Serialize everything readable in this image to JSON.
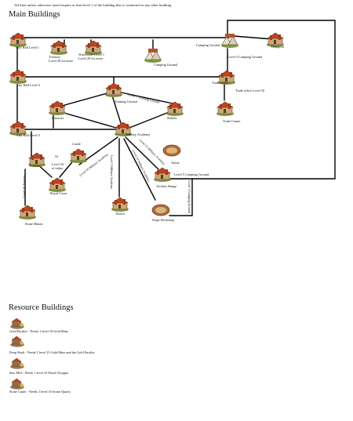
{
  "header": {
    "note": "All lines unless otherwise noted require at least level 1 of the building that is connected to any other building",
    "title": "Main Buildings"
  },
  "buildings": {
    "city_hall_1": "City Hall Level 1",
    "treasury": "Treasury\nLevel 20 for more",
    "warehouse": "Warehouse Level 1\nLevel 20 for more",
    "camping_ground_a": "Camping Ground",
    "camping_ground_b": "Camping Ground",
    "dungeon": "Dungeon",
    "city_hall_3": "City Hall Level 3",
    "trade_office": "Trade office",
    "trade_center": "Trade Center",
    "training_ground": "Training Ground",
    "barracks": "Barracks",
    "stables": "Stables",
    "military_academy": "Military Academy",
    "city_hall_5": "City Hall Level 5",
    "castle": "Castle",
    "fortress": "Fortress",
    "level_10_either": "Level 10\nof either",
    "or_label": "Or",
    "arena": "Arena",
    "royal_court": "Royal Court",
    "archery_range": "Archery Range",
    "tavern": "Tavern",
    "siege_workshop": "Siege Workshop",
    "stone_mason": "Stone Mason"
  },
  "line_labels": {
    "l3_camping_ground_1": "Level 3 Camping Ground",
    "trade_office_20": "Trade office Level 20",
    "l1_training_ground": "Level 1 Training Ground",
    "l5_camping_ground": "Level 5 Camping Ground",
    "l20_fortress": "Level 20 Fortress",
    "l20_military_academy_a": "Level 20 Military Academy",
    "l5_military_academy": "Level 5 Military Academy",
    "l10_military_academy": "Level 10 Military Academy",
    "l15_military_academy": "Level 15 Military Academy",
    "l1_camping_ground": "Level 1 Camping Ground"
  },
  "resources": {
    "title": "Resource Buildings",
    "items": [
      "Gold Purifier - Needs 1 level 10 Gold Mine",
      "Deep Shaft - Needs 1 level 15 Gold Mine and the Gold Purifier",
      "Saw Mill - Needs 1 level 10 Wood Chopper",
      "Stone Cutter - Needs 1 level 10 Stone Quarry"
    ]
  },
  "colors": {
    "line": "#000000",
    "roof": "#c0451f",
    "wall": "#c9a878",
    "stone": "#8d8a84",
    "grass": "#7c9a46"
  },
  "icons": [
    "city-hall-icon",
    "treasury-icon",
    "warehouse-icon",
    "camping-ground-icon",
    "dungeon-icon",
    "trade-office-icon",
    "trade-center-icon",
    "training-ground-icon",
    "barracks-icon",
    "stables-icon",
    "military-academy-icon",
    "castle-icon",
    "fortress-icon",
    "arena-icon",
    "royal-court-icon",
    "archery-range-icon",
    "tavern-icon",
    "siege-workshop-icon",
    "stone-mason-icon",
    "gold-purifier-icon",
    "deep-shaft-icon",
    "saw-mill-icon",
    "stone-cutter-icon"
  ]
}
